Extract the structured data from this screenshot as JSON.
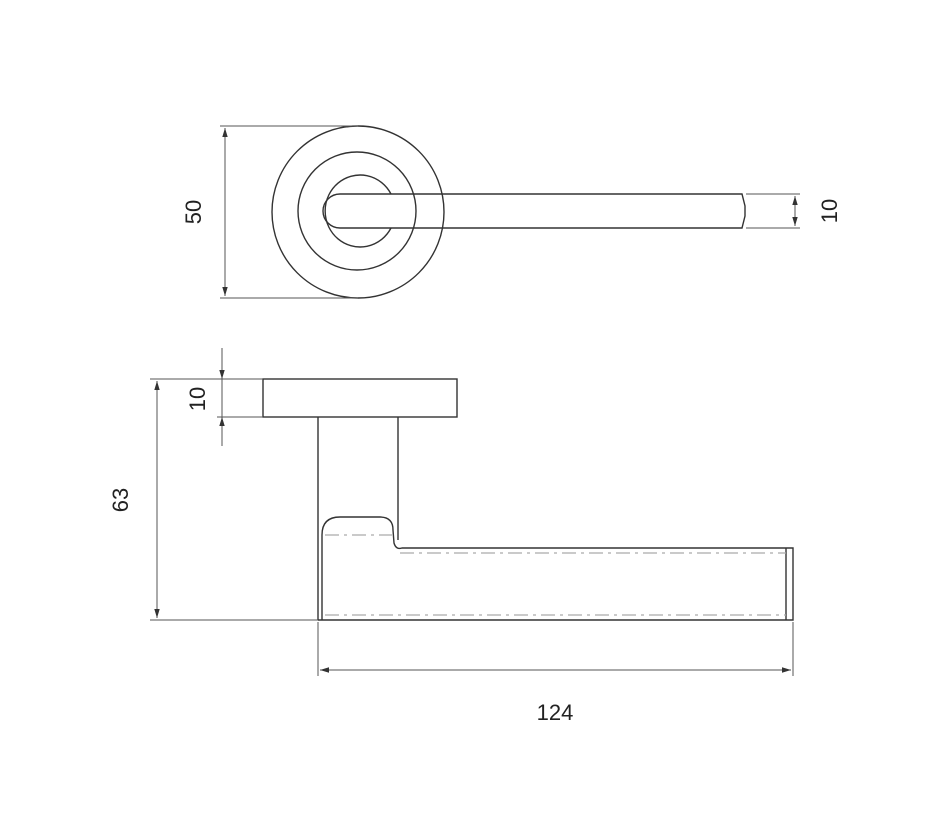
{
  "diagram": {
    "top_view": {
      "dim_rose_diameter": "50",
      "dim_lever_width": "10"
    },
    "side_view": {
      "dim_rose_thickness": "10",
      "dim_height": "63",
      "dim_length": "124"
    },
    "line_color": "#333333"
  }
}
